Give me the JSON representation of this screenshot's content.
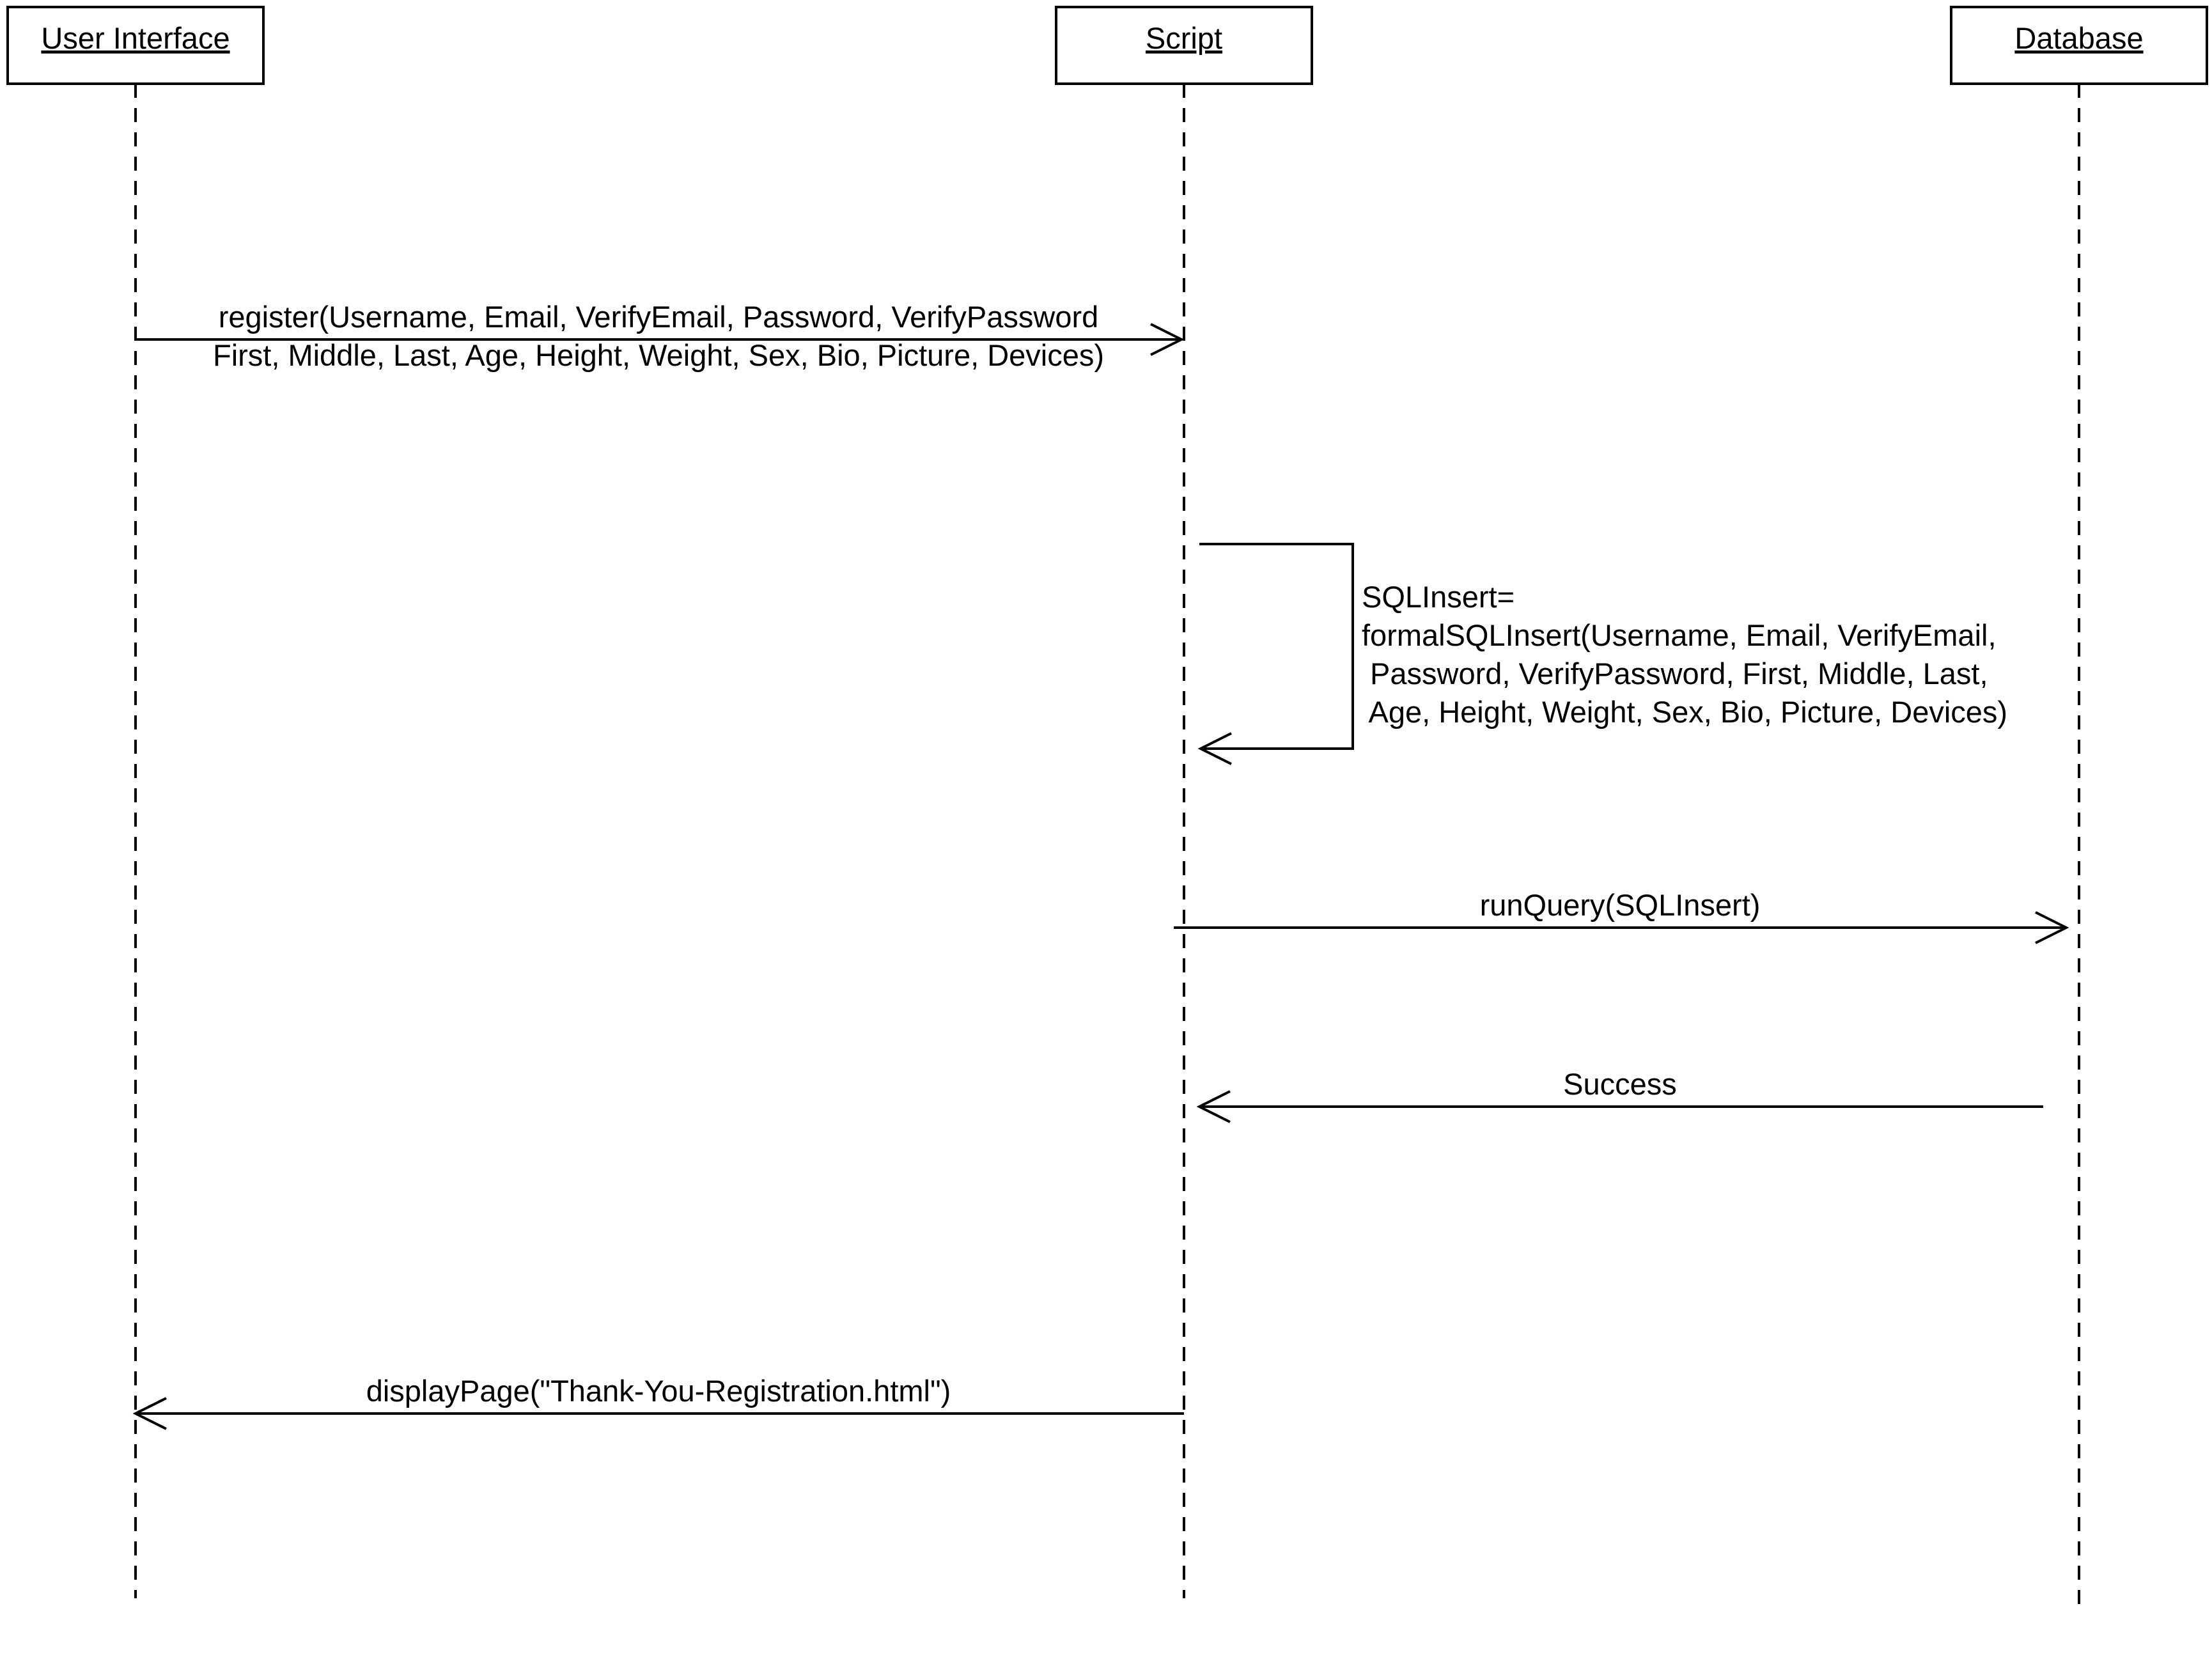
{
  "diagram": {
    "type": "sequence",
    "participants": [
      {
        "id": "ui",
        "label": "User Interface"
      },
      {
        "id": "script",
        "label": "Script"
      },
      {
        "id": "db",
        "label": "Database"
      }
    ],
    "messages": [
      {
        "from": "ui",
        "to": "script",
        "kind": "call",
        "lines": [
          "register(Username, Email, VerifyEmail, Password, VerifyPassword",
          "First, Middle, Last, Age, Height, Weight, Sex, Bio, Picture, Devices)"
        ]
      },
      {
        "from": "script",
        "to": "script",
        "kind": "self-call",
        "lines": [
          "SQLInsert=",
          "formalSQLInsert(Username, Email, VerifyEmail,",
          " Password, VerifyPassword, First, Middle, Last,",
          " Age, Height, Weight, Sex, Bio, Picture, Devices)"
        ]
      },
      {
        "from": "script",
        "to": "db",
        "kind": "call",
        "lines": [
          "runQuery(SQLInsert)"
        ]
      },
      {
        "from": "db",
        "to": "script",
        "kind": "return",
        "lines": [
          "Success"
        ]
      },
      {
        "from": "script",
        "to": "ui",
        "kind": "return",
        "lines": [
          "displayPage(\"Thank-You-Registration.html\")"
        ]
      }
    ],
    "colors": {
      "stroke": "#000000",
      "background": "#ffffff"
    }
  }
}
